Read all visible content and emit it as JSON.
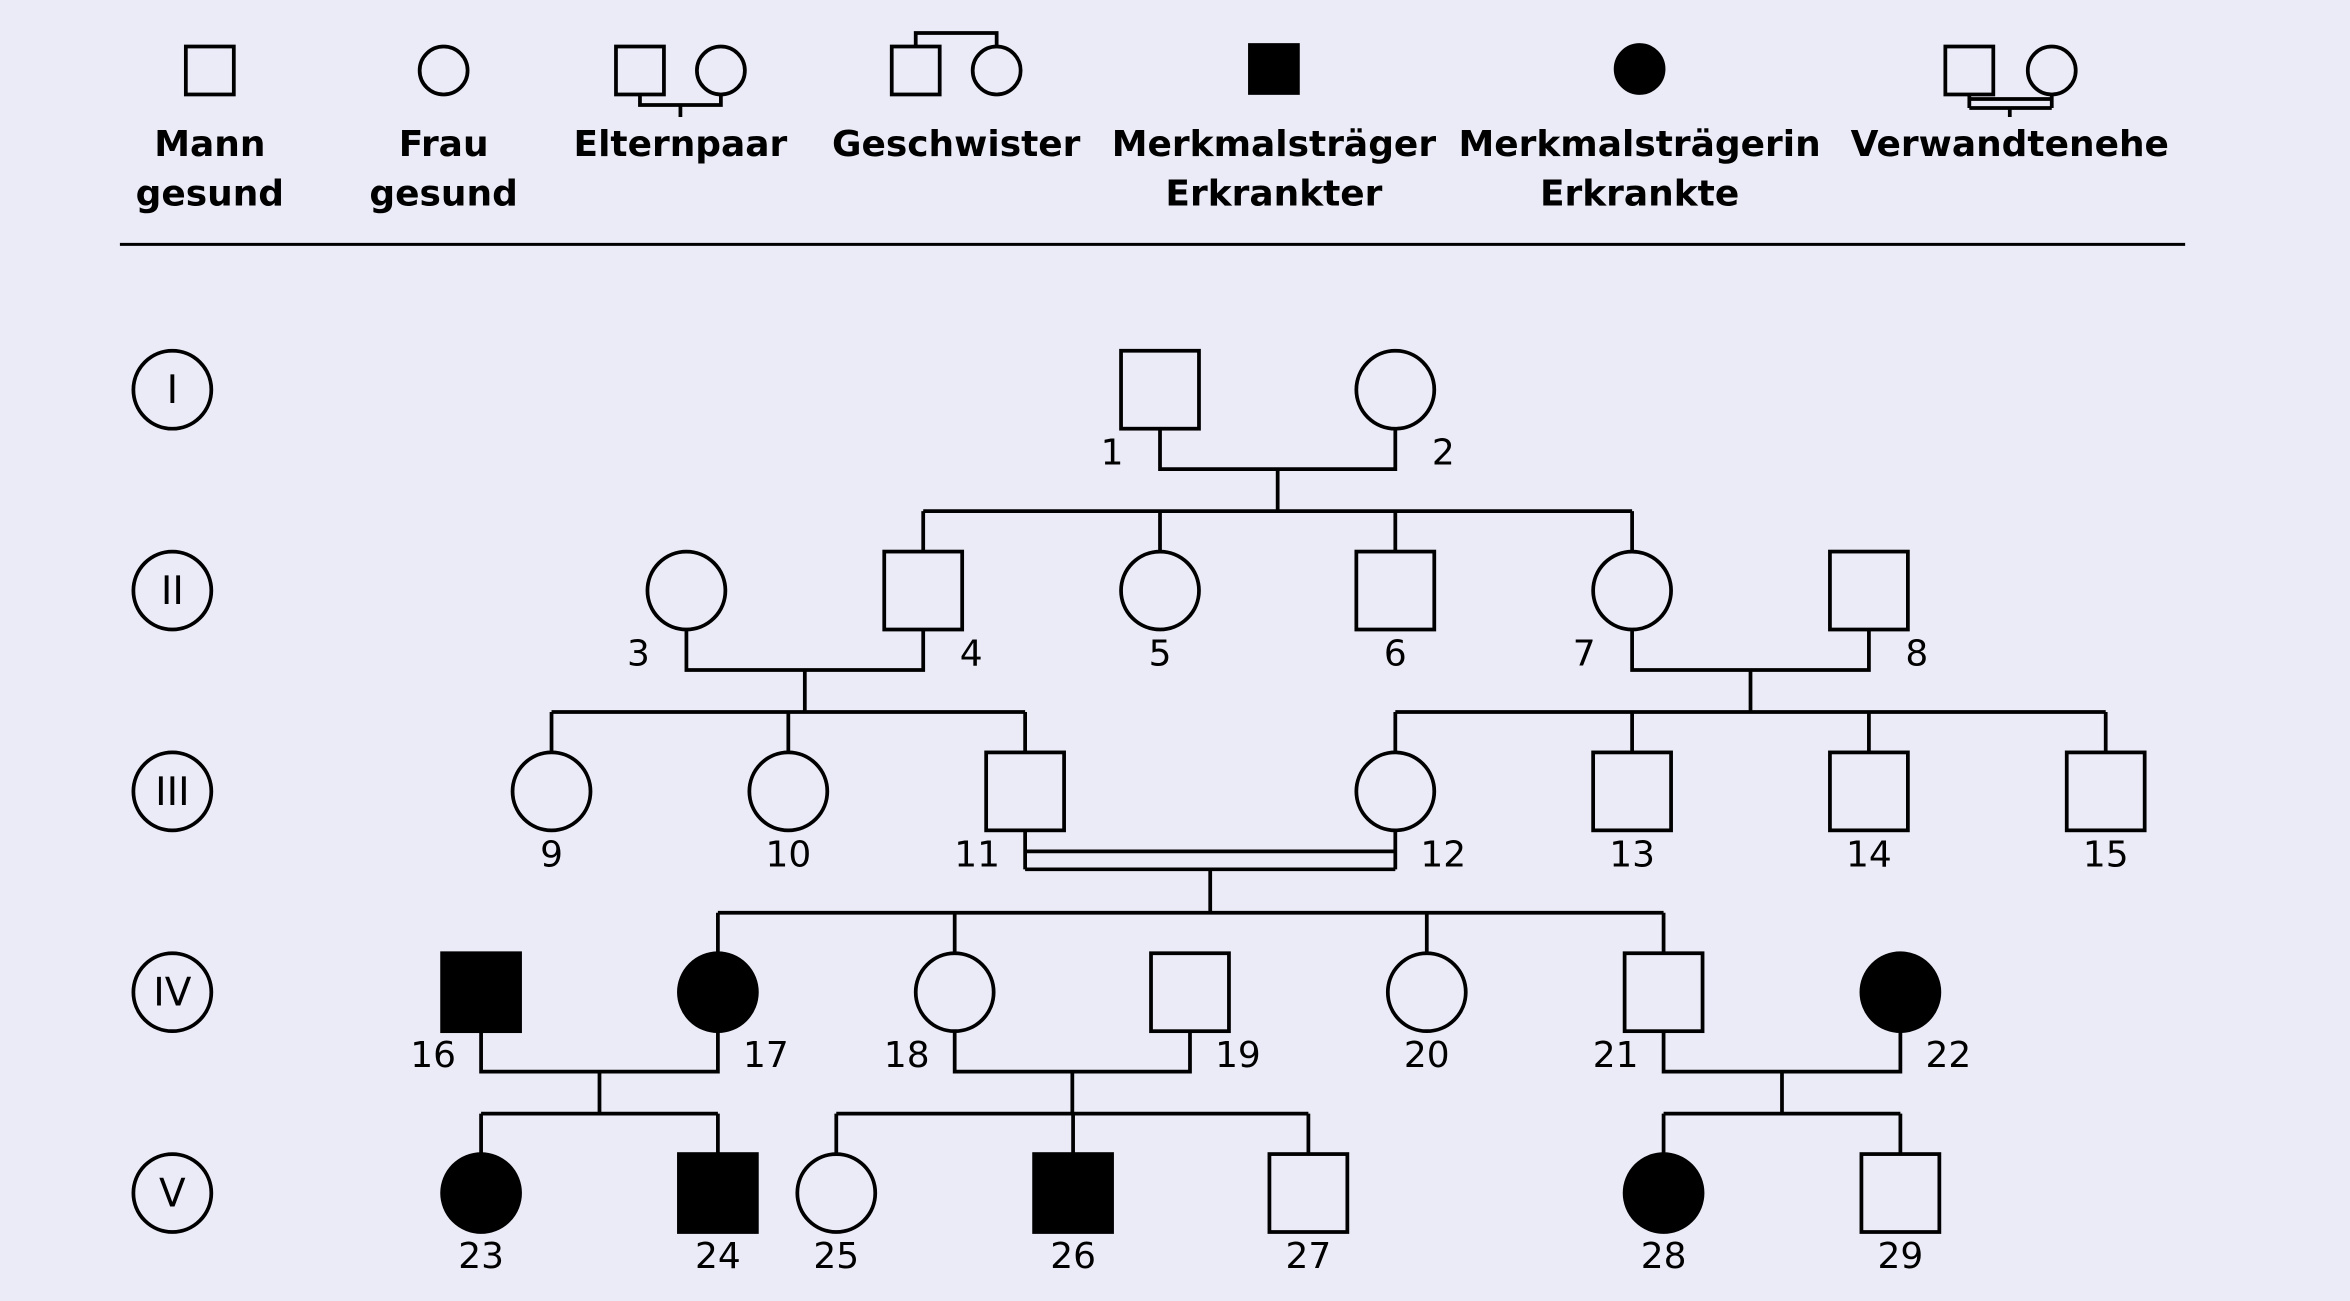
{
  "legend": [
    {
      "symbol": "male-healthy",
      "line1": "Mann",
      "line2": "gesund"
    },
    {
      "symbol": "female-healthy",
      "line1": "Frau",
      "line2": "gesund"
    },
    {
      "symbol": "parents",
      "line1": "Elternpaar",
      "line2": ""
    },
    {
      "symbol": "siblings",
      "line1": "Geschwister",
      "line2": ""
    },
    {
      "symbol": "male-affected",
      "line1": "Merkmalsträger",
      "line2": "Erkrankter"
    },
    {
      "symbol": "female-affected",
      "line1": "Merkmalsträgerin",
      "line2": "Erkrankte"
    },
    {
      "symbol": "consanguineous",
      "line1": "Verwandtenehe",
      "line2": ""
    }
  ],
  "generations": [
    "I",
    "II",
    "III",
    "IV",
    "V"
  ],
  "individuals": [
    {
      "id": "1",
      "sex": "m",
      "affected": false
    },
    {
      "id": "2",
      "sex": "f",
      "affected": false
    },
    {
      "id": "3",
      "sex": "f",
      "affected": false
    },
    {
      "id": "4",
      "sex": "m",
      "affected": false
    },
    {
      "id": "5",
      "sex": "f",
      "affected": false
    },
    {
      "id": "6",
      "sex": "m",
      "affected": false
    },
    {
      "id": "7",
      "sex": "f",
      "affected": false
    },
    {
      "id": "8",
      "sex": "m",
      "affected": false
    },
    {
      "id": "9",
      "sex": "f",
      "affected": false
    },
    {
      "id": "10",
      "sex": "f",
      "affected": false
    },
    {
      "id": "11",
      "sex": "m",
      "affected": false
    },
    {
      "id": "12",
      "sex": "f",
      "affected": false
    },
    {
      "id": "13",
      "sex": "m",
      "affected": false
    },
    {
      "id": "14",
      "sex": "m",
      "affected": false
    },
    {
      "id": "15",
      "sex": "m",
      "affected": false
    },
    {
      "id": "16",
      "sex": "m",
      "affected": true
    },
    {
      "id": "17",
      "sex": "f",
      "affected": true
    },
    {
      "id": "18",
      "sex": "f",
      "affected": false
    },
    {
      "id": "19",
      "sex": "m",
      "affected": false
    },
    {
      "id": "20",
      "sex": "f",
      "affected": false
    },
    {
      "id": "21",
      "sex": "m",
      "affected": false
    },
    {
      "id": "22",
      "sex": "f",
      "affected": true
    },
    {
      "id": "23",
      "sex": "f",
      "affected": true
    },
    {
      "id": "24",
      "sex": "m",
      "affected": true
    },
    {
      "id": "25",
      "sex": "f",
      "affected": false
    },
    {
      "id": "26",
      "sex": "m",
      "affected": true
    },
    {
      "id": "27",
      "sex": "m",
      "affected": false
    },
    {
      "id": "28",
      "sex": "f",
      "affected": true
    },
    {
      "id": "29",
      "sex": "m",
      "affected": false
    }
  ],
  "couples": [
    {
      "a": "1",
      "b": "2",
      "consanguineous": false,
      "children": [
        "4",
        "5",
        "6",
        "7"
      ]
    },
    {
      "a": "3",
      "b": "4",
      "consanguineous": false,
      "children": [
        "9",
        "10",
        "11"
      ]
    },
    {
      "a": "7",
      "b": "8",
      "consanguineous": false,
      "children": [
        "12",
        "13",
        "14",
        "15"
      ]
    },
    {
      "a": "11",
      "b": "12",
      "consanguineous": true,
      "children": [
        "17",
        "18",
        "20",
        "21"
      ]
    },
    {
      "a": "16",
      "b": "17",
      "consanguineous": false,
      "children": [
        "23",
        "24"
      ]
    },
    {
      "a": "18",
      "b": "19",
      "consanguineous": false,
      "children": [
        "25",
        "26",
        "27"
      ]
    },
    {
      "a": "21",
      "b": "22",
      "consanguineous": false,
      "children": [
        "28",
        "29"
      ]
    }
  ]
}
